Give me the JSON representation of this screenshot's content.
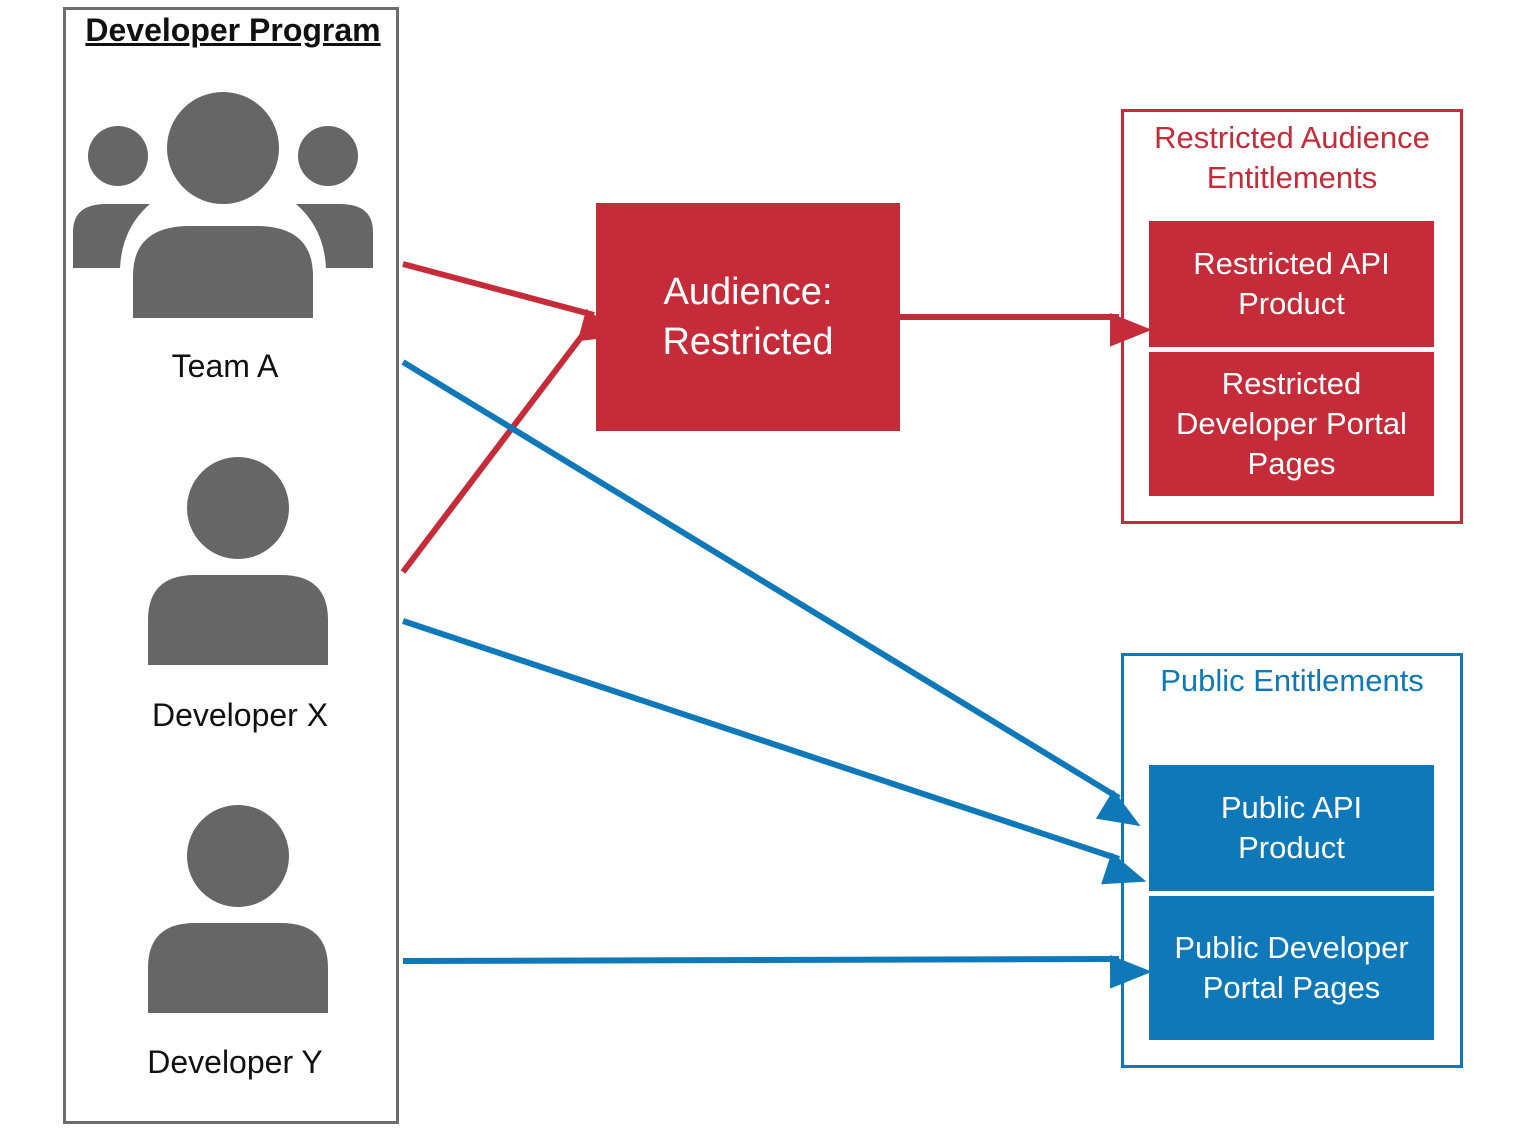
{
  "program": {
    "title": "Developer Program"
  },
  "people": {
    "team_a": "Team A",
    "developer_x": "Developer X",
    "developer_y": "Developer Y"
  },
  "audience": {
    "line1": "Audience:",
    "line2": "Restricted"
  },
  "restricted": {
    "title_line1": "Restricted Audience",
    "title_line2": "Entitlements",
    "api_line1": "Restricted API",
    "api_line2": "Product",
    "pages_line1": "Restricted",
    "pages_line2": "Developer Portal",
    "pages_line3": "Pages"
  },
  "public": {
    "title": "Public Entitlements",
    "api_line1": "Public API",
    "api_line2": "Product",
    "pages_line1": "Public Developer",
    "pages_line2": "Portal Pages"
  },
  "colors": {
    "restricted": "#c62b39",
    "public": "#0e78b8",
    "icon": "#666666"
  },
  "icons": [
    "group-icon",
    "person-icon",
    "person-icon"
  ]
}
